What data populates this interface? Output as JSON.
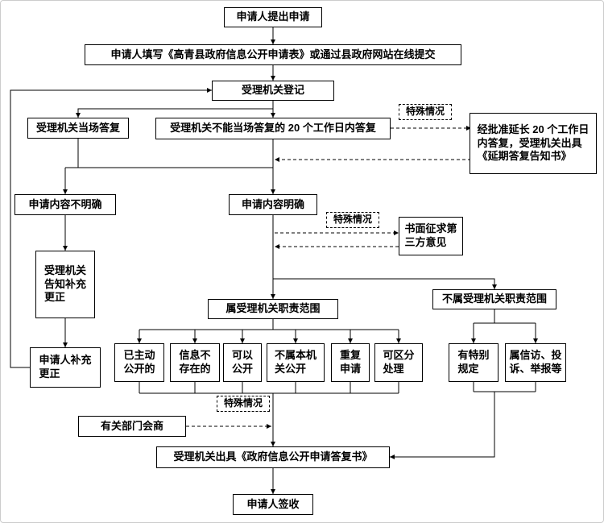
{
  "colors": {
    "line": "#000000",
    "box_border": "#000000",
    "background": "#ffffff"
  },
  "labels": {
    "special_case": "特殊情况"
  },
  "nodes": {
    "apply": "申请人提出申请",
    "fill_form": "申请人填写《高青县政府信息公开申请表》或通过县政府网站在线提交",
    "register": "受理机关登记",
    "onsite_reply": "受理机关当场答复",
    "reply_20days": "受理机关不能当场答复的 20 个工作日内答复",
    "extension": "经批准延长 20 个工作日\n内答复，受理机关出具\n《延期答复告知书》",
    "unclear": "申请内容不明确",
    "clear": "申请内容明确",
    "third_party": "书面征求第\n三方意见",
    "notify_supplement": "受理机关\n告知补充\n更正",
    "applicant_supplement": "申请人补充\n更正",
    "in_scope": "属受理机关职责范围",
    "out_scope": "不属受理机关职责范围",
    "already_public": "已主动\n公开的",
    "not_exist": "信息不\n存在的",
    "can_public": "可以\n公开",
    "not_this_org": "不属本机\n关公开",
    "repeat_apply": "重复\n申请",
    "separable": "可区分\n处理",
    "special_rule": "有特别\n规定",
    "petition": "属信访、投\n诉、举报等",
    "consult": "有关部门会商",
    "issue_reply": "受理机关出具《政府信息公开申请答复书》",
    "sign": "申请人签收"
  }
}
